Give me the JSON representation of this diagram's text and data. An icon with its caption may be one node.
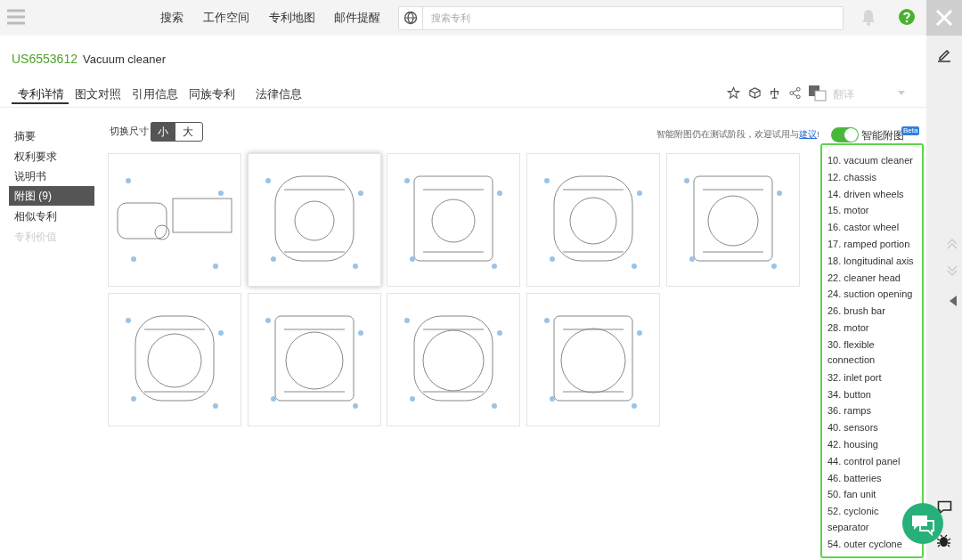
{
  "diagram": {
    "labels": [
      "搜索",
      "工作空间",
      "专利地图",
      "邮件提醒",
      "搜索专利",
      "US6553612",
      "Vacuum cleaner",
      "专利详情",
      "图文对照",
      "引用信息",
      "同族专利",
      "法律信息",
      "翻译",
      "摘要",
      "权利要求",
      "说明书",
      "附图 (9)",
      "相似专利",
      "专利价值",
      "切换尺寸",
      "小",
      "大",
      "智能附图仍在测试阶段，欢迎试用与",
      "建议",
      "!",
      "智能附图",
      "Beta",
      "10. vacuum cleaner",
      "12. chassis",
      "14. driven wheels",
      "15. motor",
      "16. castor wheel",
      "17. ramped portion",
      "18. longitudinal axis",
      "22. cleaner head",
      "24. suction opening",
      "26. brush bar",
      "28. motor",
      "30. flexible connection",
      "32. inlet port",
      "34. button",
      "36. ramps",
      "40. sensors",
      "42. housing",
      "44. control panel",
      "46. batteries",
      "50. fan unit",
      "52. cyclonic separator",
      "54. outer cyclone"
    ]
  }
}
